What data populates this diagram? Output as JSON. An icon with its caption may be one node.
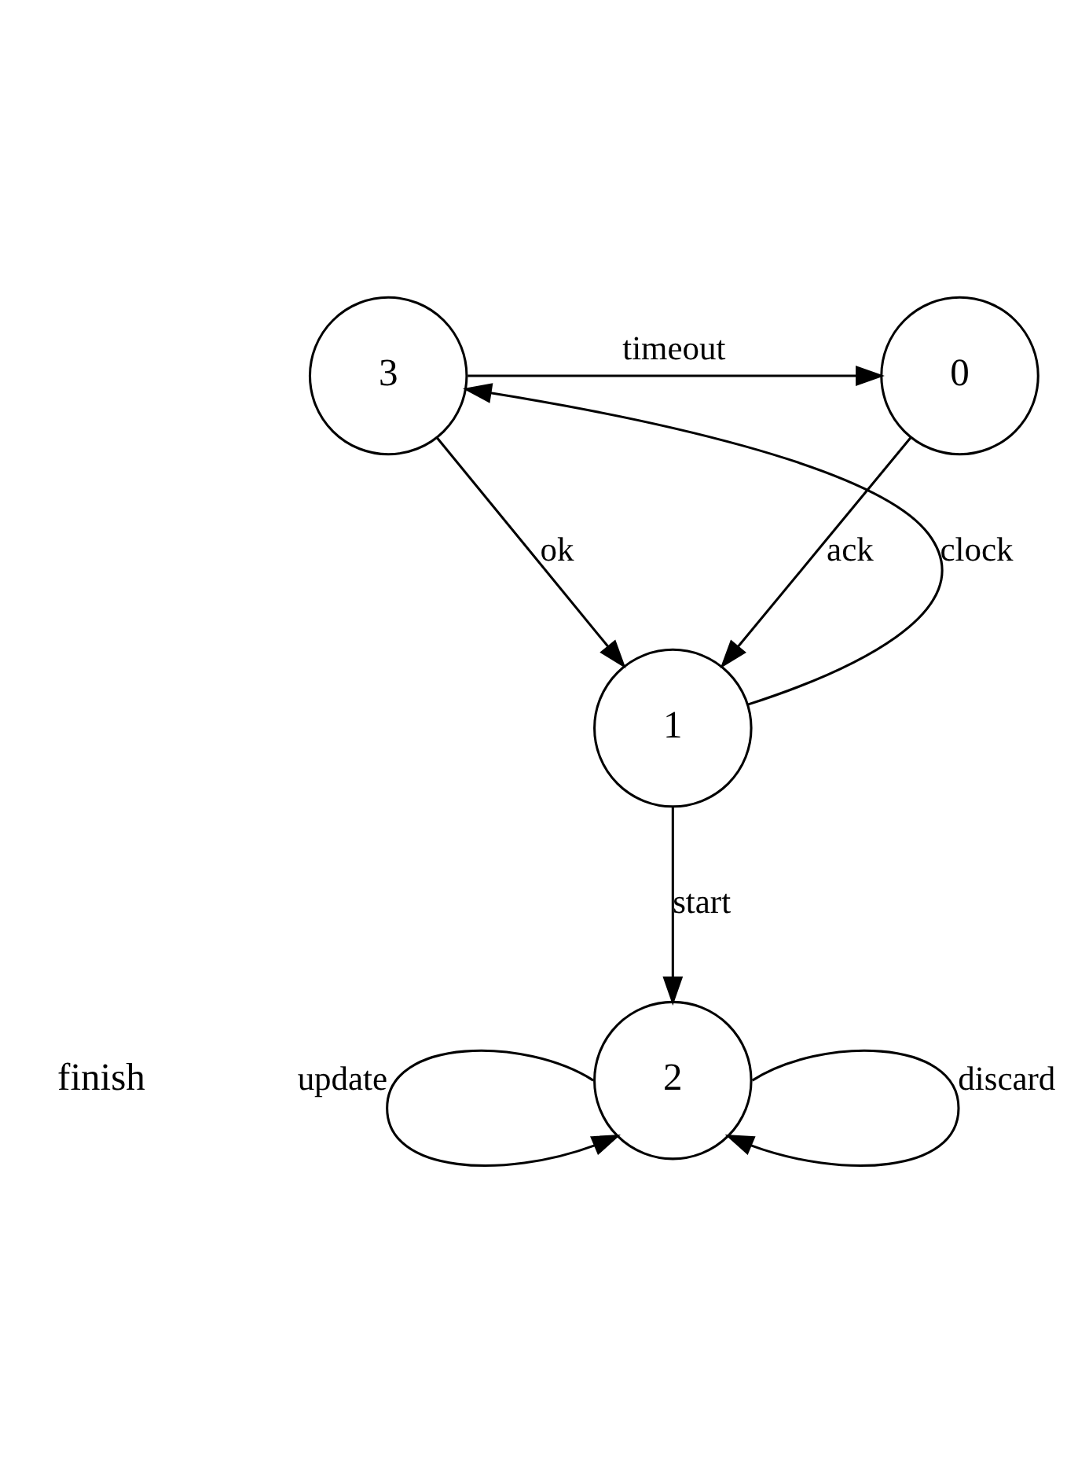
{
  "diagram": {
    "nodes": [
      {
        "text": [
          "0"
        ]
      },
      {
        "text": [
          "3"
        ]
      },
      {
        "text": [
          "1"
        ]
      },
      {
        "text": [
          "2"
        ]
      }
    ],
    "edges": [
      {
        "from": 1,
        "to": 0,
        "arrow": "to",
        "label": "timeout"
      },
      {
        "from": 0,
        "to": 2,
        "arrow": "to",
        "label": "ack"
      },
      {
        "from": 1,
        "to": 2,
        "arrow": "to",
        "label": "ok"
      },
      {
        "from": 2,
        "to": 1,
        "arrow": "to",
        "label": "clock"
      },
      {
        "from": 2,
        "to": 3,
        "arrow": "to",
        "label": "start"
      },
      {
        "from": 3,
        "to": 3,
        "arrow": "to",
        "label": "update"
      },
      {
        "from": 3,
        "to": 3,
        "arrow": "to",
        "label": "discard"
      }
    ],
    "labels": [
      "finish"
    ]
  }
}
